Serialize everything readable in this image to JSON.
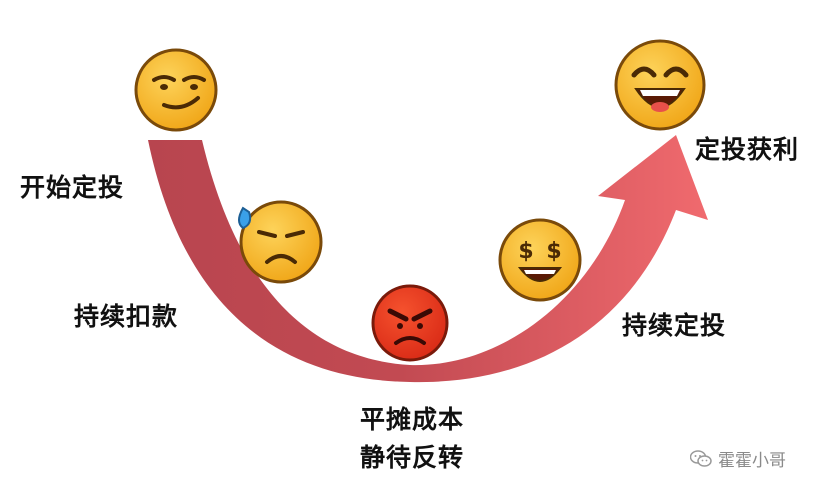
{
  "labels": {
    "start": "开始定投",
    "deduct": "持续扣款",
    "average_cost": "平摊成本",
    "wait_reversal": "静待反转",
    "continue": "持续定投",
    "profit": "定投获利"
  },
  "watermark": {
    "text": "霍霍小哥",
    "icon": "wechat-icon"
  },
  "colors": {
    "curve_dark": "#b8454f",
    "curve_light": "#f06a6e",
    "face_yellow": "#f5b21b",
    "face_yellow_light": "#fdd35a",
    "face_red": "#e8321d",
    "sweat_blue": "#3aa0e8"
  },
  "faces": [
    {
      "name": "smug-face-icon",
      "mood": "smug"
    },
    {
      "name": "sweat-sad-face-icon",
      "mood": "worried"
    },
    {
      "name": "angry-face-icon",
      "mood": "angry"
    },
    {
      "name": "money-eyes-face-icon",
      "mood": "money"
    },
    {
      "name": "laughing-face-icon",
      "mood": "happy"
    }
  ]
}
